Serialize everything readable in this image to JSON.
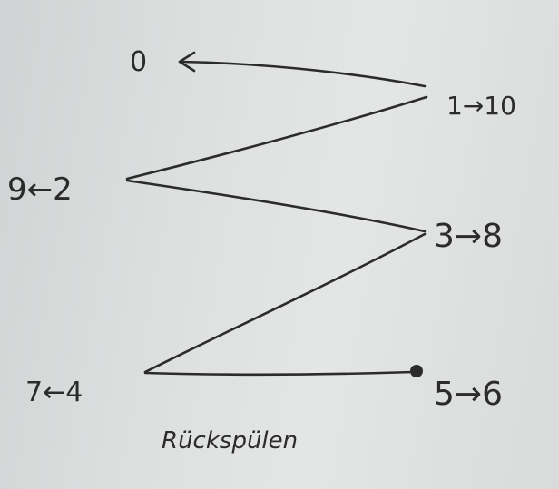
{
  "diagram": {
    "nodes": [
      {
        "id": "n0",
        "label": "0"
      },
      {
        "id": "n1",
        "label": "1→10"
      },
      {
        "id": "n2",
        "label": "9←2"
      },
      {
        "id": "n3",
        "label": "3→8"
      },
      {
        "id": "n4",
        "label": "7←4"
      },
      {
        "id": "n5",
        "label": "5→6"
      }
    ],
    "edges": [
      {
        "from": "n1",
        "to": "n0",
        "arrow": true
      },
      {
        "from": "n1",
        "to": "n2",
        "arrow": false
      },
      {
        "from": "n2",
        "to": "n3",
        "arrow": false
      },
      {
        "from": "n3",
        "to": "n4",
        "arrow": false
      },
      {
        "from": "n4",
        "to": "n5",
        "arrow": false
      }
    ],
    "start_marker": "n5",
    "caption": "Rückspülen"
  },
  "colors": {
    "ink": "#2b2b2b",
    "paper": "#dde0df"
  }
}
